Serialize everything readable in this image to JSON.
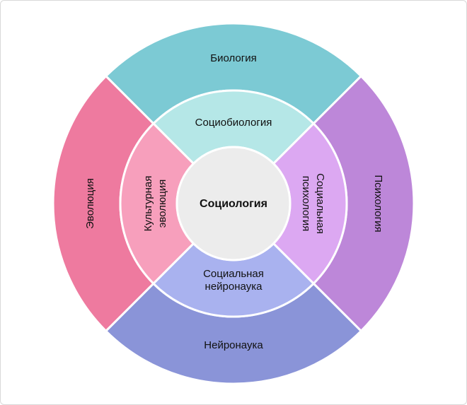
{
  "diagram": {
    "outer": {
      "top": "Биология",
      "right": "Психология",
      "bottom": "Нейронаука",
      "left": "Эволюция"
    },
    "inner": {
      "top": "Социобиология",
      "right_line1": "Социальная",
      "right_line2": "психология",
      "bottom_line1": "Социальная",
      "bottom_line2": "нейронаука",
      "left_line1": "Культурная",
      "left_line2": "эволюция"
    },
    "center": "Социология"
  },
  "colors": {
    "outer_top": "#7ccad4",
    "outer_right": "#bd87d9",
    "outer_bottom": "#8a94d8",
    "outer_left": "#ee7a9f",
    "inner_top": "#b5e7e7",
    "inner_right": "#dca8f2",
    "inner_bottom": "#a9b2ef",
    "inner_left": "#f79fbc",
    "center": "#ececec"
  }
}
